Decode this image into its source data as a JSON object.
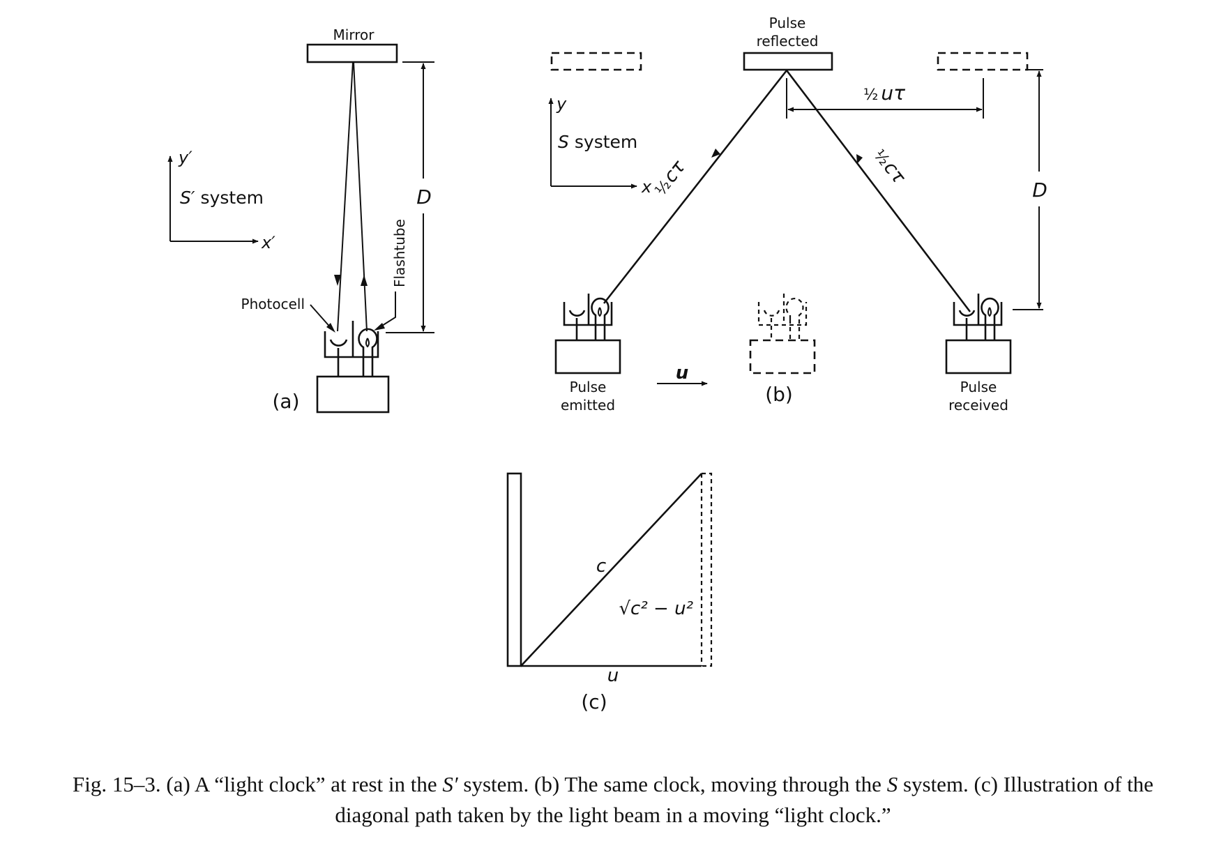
{
  "figure": {
    "panel_a": {
      "panel_label": "(a)",
      "mirror_label": "Mirror",
      "axis_y_label": "y′",
      "axis_x_label": "x′",
      "system_label_symbol": "S′",
      "system_label_text": "system",
      "distance_label": "D",
      "photocell_label": "Photocell",
      "flashtube_label": "Flashtube"
    },
    "panel_b": {
      "panel_label": "(b)",
      "reflected_label_line1": "Pulse",
      "reflected_label_line2": "reflected",
      "emitted_label_line1": "Pulse",
      "emitted_label_line2": "emitted",
      "received_label_line1": "Pulse",
      "received_label_line2": "received",
      "axis_y_label": "y",
      "axis_x_label": "x",
      "system_label_symbol": "S",
      "system_label_text": "system",
      "velocity_label": "u",
      "path_up_label_frac": "½",
      "path_up_label": "cτ",
      "path_down_label_frac": "½",
      "path_down_label": "cτ",
      "horizontal_frac": "½",
      "horizontal_label": "uτ",
      "distance_label": "D"
    },
    "panel_c": {
      "panel_label": "(c)",
      "hypotenuse_label": "c",
      "vertical_label": "√c² − u²",
      "base_label": "u"
    }
  },
  "caption": {
    "line1_a": "Fig. 15–3.   (a) A “light clock” at rest in the ",
    "line1_sym1": "S′",
    "line1_b": " system. (b) The same clock, moving through the ",
    "line1_sym2": "S",
    "line1_c": " system. (c) Illustration of the",
    "line2": "diagonal path taken by the light beam in a moving “light clock.”"
  }
}
